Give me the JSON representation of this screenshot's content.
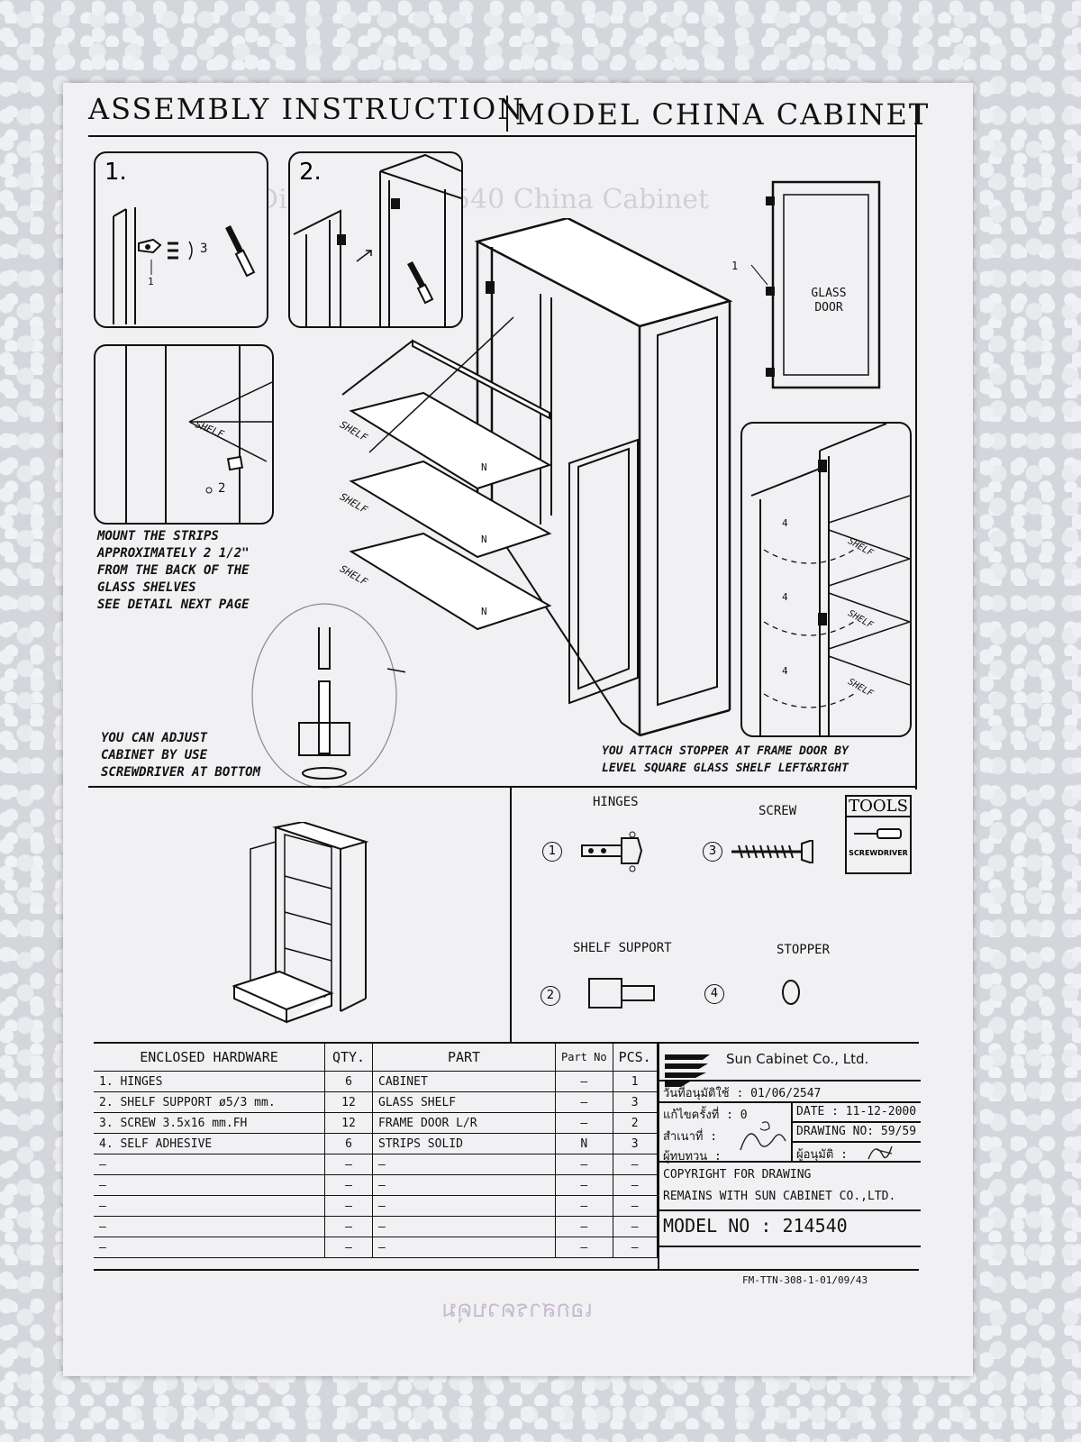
{
  "header": {
    "left_title": "ASSEMBLY INSTRUCTION",
    "right_title": "MODEL CHINA CABINET"
  },
  "steps": {
    "step1_number": "1.",
    "step1_callouts": [
      "3",
      "1"
    ],
    "step2_number": "2.",
    "strip_callout": "2",
    "door_callout": "1",
    "door_label": "GLASS DOOR",
    "shelf_label": "SHELF",
    "shelf_mark": "N",
    "stopper_callout": "4"
  },
  "notes": {
    "mount_strips": "MOUNT THE STRIPS\nAPPROXIMATELY 2 1/2\"\nFROM THE BACK OF THE\nGLASS SHELVES\nSEE DETAIL NEXT PAGE",
    "adjust": "YOU CAN ADJUST\nCABINET BY USE\nSCREWDRIVER AT BOTTOM",
    "stopper": "YOU ATTACH STOPPER AT FRAME DOOR BY\nLEVEL SQUARE GLASS SHELF LEFT&RIGHT"
  },
  "parts_legend": {
    "hinges": "HINGES",
    "screw": "SCREW",
    "tools": "TOOLS",
    "screwdriver": "SCREWDRIVER",
    "shelf_support": "SHELF SUPPORT",
    "stopper": "STOPPER",
    "n1": "1",
    "n2": "2",
    "n3": "3",
    "n4": "4"
  },
  "hardware_table": {
    "headers": [
      "ENCLOSED HARDWARE",
      "QTY.",
      "PART",
      "Part No",
      "PCS."
    ],
    "rows": [
      [
        "1. HINGES",
        "6",
        "CABINET",
        "–",
        "1"
      ],
      [
        "2. SHELF SUPPORT ø5/3 mm.",
        "12",
        "GLASS SHELF",
        "–",
        "3"
      ],
      [
        "3. SCREW 3.5x16 mm.FH",
        "12",
        "FRAME DOOR L/R",
        "–",
        "2"
      ],
      [
        "4. SELF ADHESIVE",
        "6",
        "STRIPS SOLID",
        "N",
        "3"
      ],
      [
        "–",
        "–",
        "–",
        "–",
        "–"
      ],
      [
        "–",
        "–",
        "–",
        "–",
        "–"
      ],
      [
        "–",
        "–",
        "–",
        "–",
        "–"
      ],
      [
        "–",
        "–",
        "–",
        "–",
        "–"
      ],
      [
        "–",
        "–",
        "–",
        "–",
        "–"
      ]
    ]
  },
  "title_block": {
    "company": "Sun Cabinet Co., Ltd.",
    "approved_date": "วันที่อนุมัติใช้ : 01/06/2547",
    "revision": "แก้ไขครั้งที่   : 0",
    "copy": "สำเนาที่       :",
    "reviewer": "ผู้ทบทวน     :",
    "approver": "ผู้อนุมัติ :",
    "date": "DATE : 11-12-2000",
    "drawing_no": "DRAWING NO: 59/59",
    "copyright": "COPYRIGHT FOR DRAWING\nREMAINS WITH SUN CABINET CO.,LTD.",
    "model_no": "MODEL NO  :  214540",
    "form_code": "FM-TTN-308-1-01/09/43",
    "stamp": "เอกสารควบคุม"
  }
}
